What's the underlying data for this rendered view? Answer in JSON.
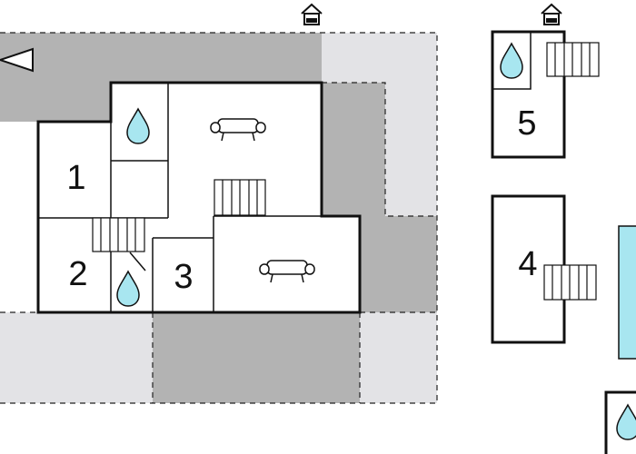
{
  "plan": {
    "rooms": [
      {
        "id": "bedroom-1",
        "number": "1"
      },
      {
        "id": "bedroom-2",
        "number": "2"
      },
      {
        "id": "bedroom-3",
        "number": "3"
      },
      {
        "id": "bedroom-4",
        "number": "4"
      },
      {
        "id": "bedroom-5",
        "number": "5"
      }
    ],
    "icons": {
      "entrance": "house-entrance-icon",
      "water": "water-drop-icon",
      "sofa": "sofa-icon",
      "stairs": "stairs-icon",
      "direction": "direction-arrow-icon"
    }
  },
  "colors": {
    "terrace_dark": "#b3b3b3",
    "terrace_light": "#e3e3e6",
    "pool": "#a8e6f0",
    "wall": "#111111"
  }
}
